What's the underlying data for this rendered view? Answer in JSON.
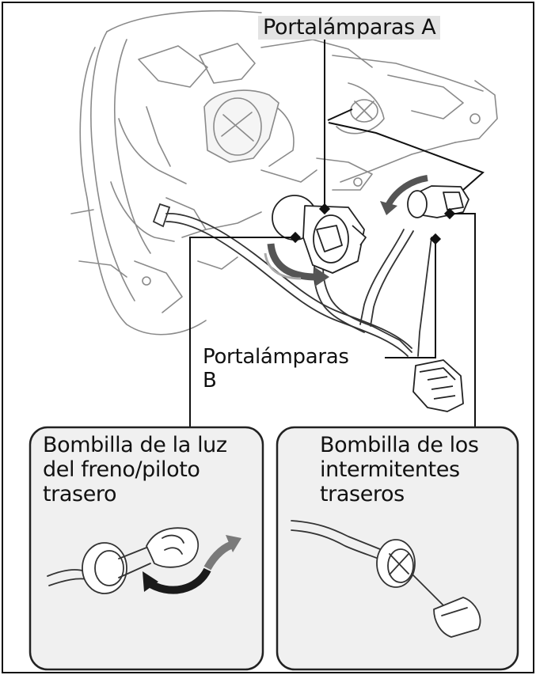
{
  "labels": {
    "holder_a": "Portalámparas A",
    "holder_b_line1": "Portalámparas",
    "holder_b_line2": "B"
  },
  "insets": {
    "left": {
      "line1": "Bombilla de la luz",
      "line2": "del freno/piloto",
      "line3": "trasero"
    },
    "right": {
      "line1": "Bombilla de los",
      "line2": "intermitentes",
      "line3": "traseros"
    }
  },
  "colors": {
    "background": "#ffffff",
    "panel_bg": "#f0f0f0",
    "outline": "#222222",
    "ghost_lines": "#8a8a8a",
    "arrow_gray": "#7a7a7a",
    "arrow_dark": "#1a1a1a",
    "label_a_bg": "#e3e3e3"
  }
}
